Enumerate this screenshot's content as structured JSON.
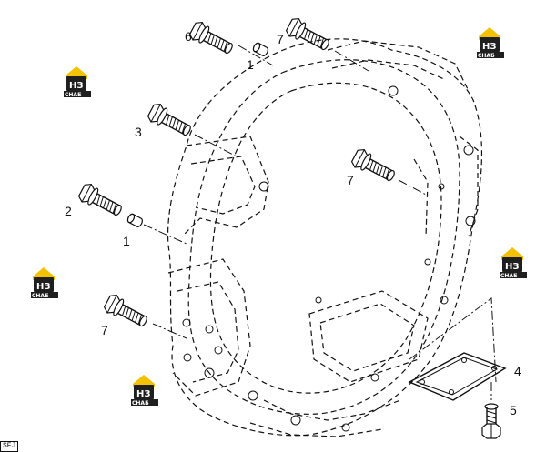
{
  "watermark": {
    "brand": "НЗ",
    "sub": "СНАБ"
  },
  "callouts": {
    "c1_top": "1",
    "c1_mid": "1",
    "c2": "2",
    "c3": "3",
    "c4": "4",
    "c5": "5",
    "c6": "6",
    "c7_top": "7",
    "c7_right": "7",
    "c7_bottom": "7"
  },
  "corner_code": "SEJ"
}
